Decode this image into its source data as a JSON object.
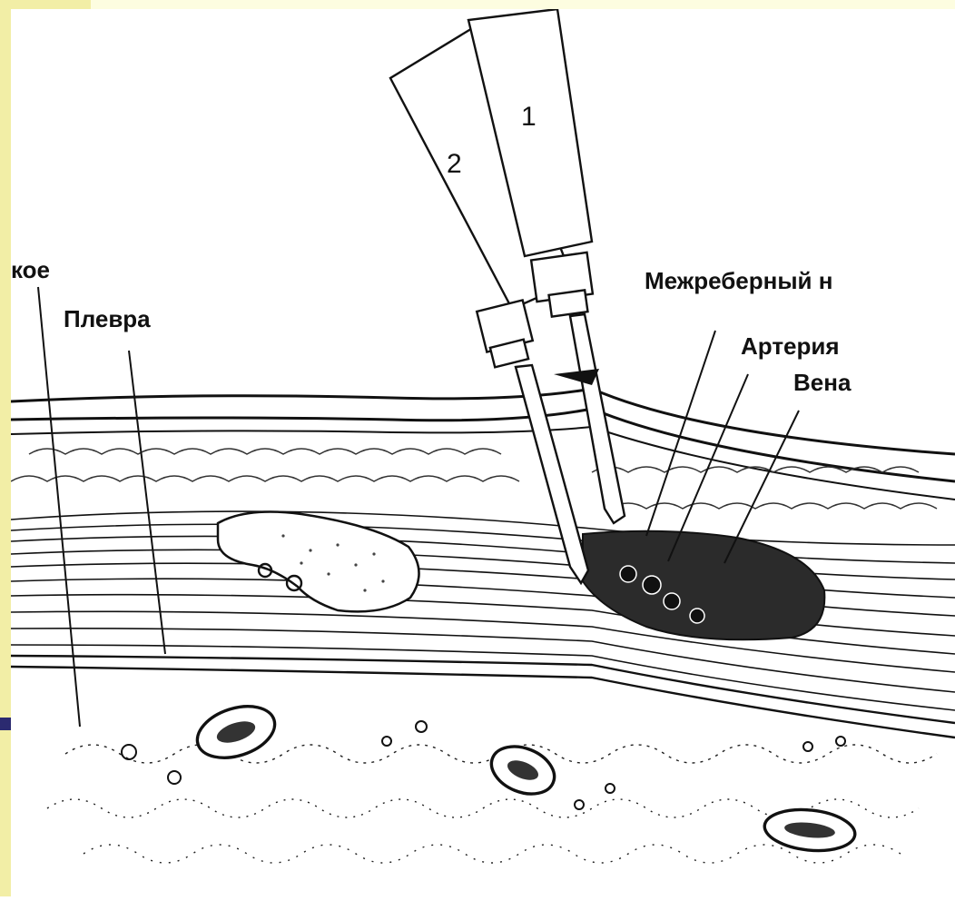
{
  "diagram": {
    "labels": {
      "lung_partial": "кое",
      "pleura": "Плевра",
      "intercostal_nerve": "Межреберный н",
      "artery": "Артерия",
      "vein": "Вена",
      "needle_1": "1",
      "needle_2": "2"
    }
  },
  "colors": {
    "frame": "#fdfde0",
    "accent_strip": "#f2eea6",
    "accent_mark": "#2b2a70",
    "ink": "#111111"
  }
}
